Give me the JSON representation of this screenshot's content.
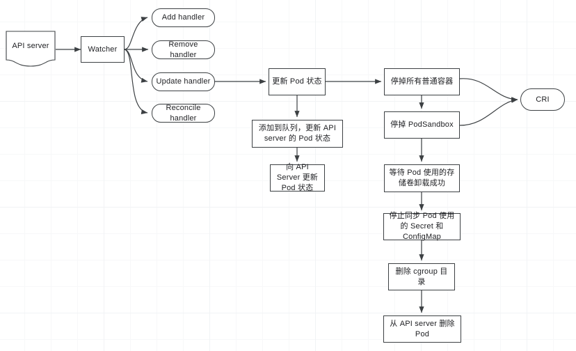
{
  "diagram": {
    "title": "Kubernetes Pod deletion flow",
    "background_color": "#ffffff",
    "grid_color": "#f1f3f5",
    "stroke_color": "#3c4043",
    "text_color": "#202124",
    "nodes": {
      "api_server": "API server",
      "watcher": "Watcher",
      "add_handler": "Add handler",
      "remove_handler": "Remove handler",
      "update_handler": "Update handler",
      "reconcile_handler": "Reconcile handler",
      "update_pod_status": "更新 Pod 状态",
      "add_to_queue": "添加到队列，更新 API server 的 Pod 状态",
      "update_api_server_pod_status": "向 API Server 更新 Pod 状态",
      "stop_all_containers": "停掉所有普通容器",
      "stop_podsandbox": "停掉 PodSandbox",
      "cri": "CRI",
      "wait_volume_unmount": "等待 Pod 使用的存储卷卸载成功",
      "stop_sync_secret_configmap": "停止同步 Pod 使用的 Secret 和 ConfigMap",
      "delete_cgroup": "删除 cgroup 目录",
      "delete_pod_from_api_server": "从 API server 删除 Pod"
    }
  }
}
